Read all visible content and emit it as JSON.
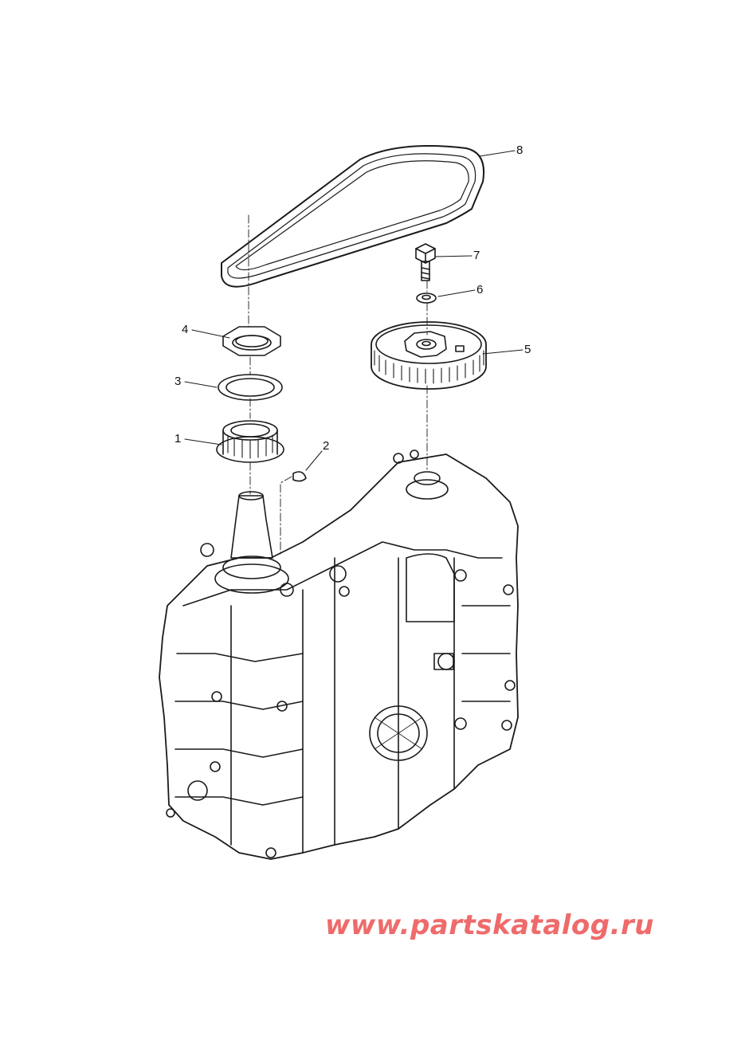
{
  "callouts": [
    {
      "id": "1",
      "label": "1"
    },
    {
      "id": "2",
      "label": "2"
    },
    {
      "id": "3",
      "label": "3"
    },
    {
      "id": "4",
      "label": "4"
    },
    {
      "id": "5",
      "label": "5"
    },
    {
      "id": "6",
      "label": "6"
    },
    {
      "id": "7",
      "label": "7"
    },
    {
      "id": "8",
      "label": "8"
    }
  ],
  "watermark": "www.partskatalog.ru",
  "colors": {
    "line": "#1a1a1a",
    "watermark": "#ef6b6b",
    "background": "#ffffff"
  }
}
